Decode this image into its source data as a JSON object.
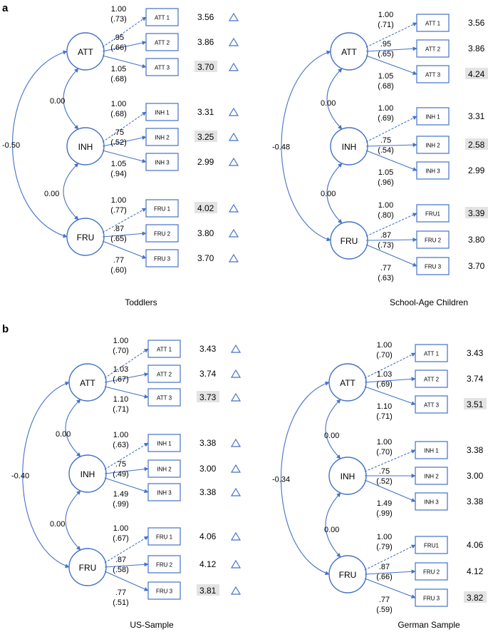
{
  "panels": [
    {
      "letter": "a",
      "caption": "Toddlers",
      "factors": [
        {
          "name": "ATT",
          "items": [
            {
              "label": "ATT 1",
              "loading": "1.00",
              "std": "(.73)",
              "intercept": "3.56",
              "highlight": false
            },
            {
              "label": "ATT 2",
              "loading": ".95",
              "std": "(.66)",
              "intercept": "3.86",
              "highlight": false
            },
            {
              "label": "ATT 3",
              "loading": "1.05",
              "std": "(.68)",
              "intercept": "3.70",
              "highlight": true
            }
          ]
        },
        {
          "name": "INH",
          "items": [
            {
              "label": "INH 1",
              "loading": "1.00",
              "std": "(.68)",
              "intercept": "3.31",
              "highlight": false
            },
            {
              "label": "INH 2",
              "loading": ".75",
              "std": "(.52)",
              "intercept": "3.25",
              "highlight": true
            },
            {
              "label": "INH 3",
              "loading": "1.05",
              "std": "(.94)",
              "intercept": "2.99",
              "highlight": false
            }
          ]
        },
        {
          "name": "FRU",
          "items": [
            {
              "label": "FRU 1",
              "loading": "1.00",
              "std": "(.77)",
              "intercept": "4.02",
              "highlight": true
            },
            {
              "label": "FRU 2",
              "loading": ".87",
              "std": "(.65)",
              "intercept": "3.80",
              "highlight": false
            },
            {
              "label": "FRU 3",
              "loading": ".77",
              "std": "(.60)",
              "intercept": "3.70",
              "highlight": false
            }
          ]
        }
      ],
      "cov_att_inh": "0.00",
      "cov_inh_fru": "0.00",
      "cov_att_fru": "-0.50"
    },
    {
      "letter": "",
      "caption": "School-Age Children",
      "factors": [
        {
          "name": "ATT",
          "items": [
            {
              "label": "ATT 1",
              "loading": "1.00",
              "std": "(.71)",
              "intercept": "3.56",
              "highlight": false
            },
            {
              "label": "ATT 2",
              "loading": ".95",
              "std": "(.65)",
              "intercept": "3.86",
              "highlight": false
            },
            {
              "label": "ATT 3",
              "loading": "1.05",
              "std": "(.68)",
              "intercept": "4.24",
              "highlight": true
            }
          ]
        },
        {
          "name": "INH",
          "items": [
            {
              "label": "INH 1",
              "loading": "1.00",
              "std": "(.69)",
              "intercept": "3.31",
              "highlight": false
            },
            {
              "label": "INH 2",
              "loading": ".75",
              "std": "(.54)",
              "intercept": "2.58",
              "highlight": true
            },
            {
              "label": "INH 3",
              "loading": "1.05",
              "std": "(.96)",
              "intercept": "2.99",
              "highlight": false
            }
          ]
        },
        {
          "name": "FRU",
          "items": [
            {
              "label": "FRU1",
              "loading": "1.00",
              "std": "(.80)",
              "intercept": "3.39",
              "highlight": true
            },
            {
              "label": "FRU 2",
              "loading": ".87",
              "std": "(.73)",
              "intercept": "3.80",
              "highlight": false
            },
            {
              "label": "FRU 3",
              "loading": ".77",
              "std": "(.63)",
              "intercept": "3.70",
              "highlight": false
            }
          ]
        }
      ],
      "cov_att_inh": "0.00",
      "cov_inh_fru": "0.00",
      "cov_att_fru": "-0.48"
    },
    {
      "letter": "b",
      "caption": "US-Sample",
      "factors": [
        {
          "name": "ATT",
          "items": [
            {
              "label": "ATT 1",
              "loading": "1.00",
              "std": "(.70)",
              "intercept": "3.43",
              "highlight": false
            },
            {
              "label": "ATT 2",
              "loading": "1.03",
              "std": "(.67)",
              "intercept": "3.74",
              "highlight": false
            },
            {
              "label": "ATT 3",
              "loading": "1.10",
              "std": "(.71)",
              "intercept": "3.73",
              "highlight": true
            }
          ]
        },
        {
          "name": "INH",
          "items": [
            {
              "label": "INH 1",
              "loading": "1.00",
              "std": "(.63)",
              "intercept": "3.38",
              "highlight": false
            },
            {
              "label": "INH 2",
              "loading": ".75",
              "std": "(.49)",
              "intercept": "3.00",
              "highlight": false
            },
            {
              "label": "INH 3",
              "loading": "1.49",
              "std": "(.99)",
              "intercept": "3.38",
              "highlight": false
            }
          ]
        },
        {
          "name": "FRU",
          "items": [
            {
              "label": "FRU 1",
              "loading": "1.00",
              "std": "(.67)",
              "intercept": "4.06",
              "highlight": false
            },
            {
              "label": "FRU 2",
              "loading": ".87",
              "std": "(.58)",
              "intercept": "4.12",
              "highlight": false
            },
            {
              "label": "FRU 3",
              "loading": ".77",
              "std": "(.51)",
              "intercept": "3.81",
              "highlight": true
            }
          ]
        }
      ],
      "cov_att_inh": "0.00",
      "cov_inh_fru": "0.00",
      "cov_att_fru": "-0.40"
    },
    {
      "letter": "",
      "caption": "German Sample",
      "factors": [
        {
          "name": "ATT",
          "items": [
            {
              "label": "ATT 1",
              "loading": "1.00",
              "std": "(.70)",
              "intercept": "3.43",
              "highlight": false
            },
            {
              "label": "ATT 2",
              "loading": "1.03",
              "std": "(.69)",
              "intercept": "3.74",
              "highlight": false
            },
            {
              "label": "ATT 3",
              "loading": "1.10",
              "std": "(.71)",
              "intercept": "3.51",
              "highlight": true
            }
          ]
        },
        {
          "name": "INH",
          "items": [
            {
              "label": "INH 1",
              "loading": "1.00",
              "std": "(.70)",
              "intercept": "3.38",
              "highlight": false
            },
            {
              "label": "INH 2",
              "loading": ".75",
              "std": "(.52)",
              "intercept": "3.00",
              "highlight": false
            },
            {
              "label": "INH 3",
              "loading": "1.49",
              "std": "(.99)",
              "intercept": "3.38",
              "highlight": false
            }
          ]
        },
        {
          "name": "FRU",
          "items": [
            {
              "label": "FRU1",
              "loading": "1.00",
              "std": "(.79)",
              "intercept": "4.06",
              "highlight": false
            },
            {
              "label": "FRU 2",
              "loading": ".87",
              "std": "(.66)",
              "intercept": "4.12",
              "highlight": false
            },
            {
              "label": "FRU 3",
              "loading": ".77",
              "std": "(.59)",
              "intercept": "3.82",
              "highlight": true
            }
          ]
        }
      ],
      "cov_att_inh": "0.00",
      "cov_inh_fru": "0.00",
      "cov_att_fru": "-0.34"
    }
  ],
  "colors": {
    "line": "#4472C4",
    "highlight": "#E3E3E3",
    "text": "#000000"
  },
  "icons": {
    "intercept_marker": "triangle-icon"
  }
}
